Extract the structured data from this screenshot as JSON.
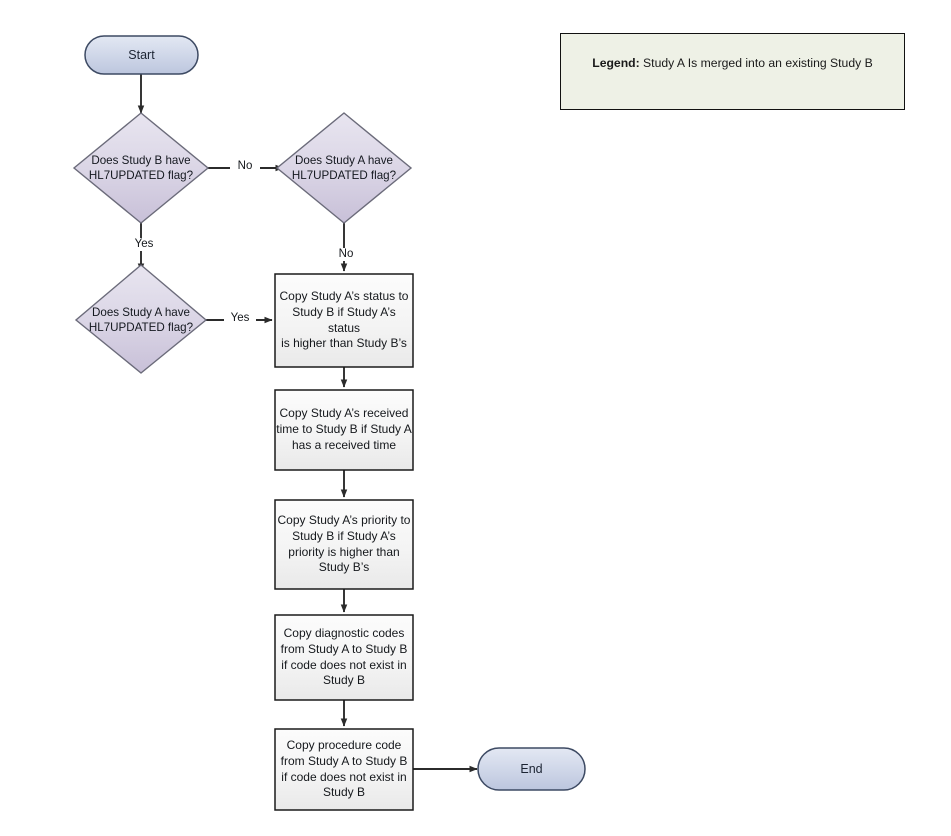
{
  "diagram": {
    "type": "flowchart",
    "title": "",
    "legend": {
      "label": "Legend:",
      "text": " Study A Is merged into an existing Study B",
      "background_color": "#eef1e6",
      "border_color": "#111111"
    },
    "colors": {
      "terminal_fill_top": "#dde3f0",
      "terminal_fill_bottom": "#bfc9e0",
      "terminal_stroke": "#3d4a63",
      "decision_fill_top": "#e4e0ec",
      "decision_fill_bottom": "#cbc3da",
      "decision_stroke": "#6b6b7a",
      "process_fill_top": "#fbfbfb",
      "process_fill_bottom": "#eeeeee",
      "process_stroke": "#1a1a1a",
      "connector_color": "#2b2b2b"
    },
    "nodes": [
      {
        "id": "start",
        "shape": "terminal",
        "label": "Start"
      },
      {
        "id": "decision1",
        "shape": "decision",
        "line1": "Does Study B have",
        "line2": "HL7UPDATED flag?"
      },
      {
        "id": "decision2",
        "shape": "decision",
        "line1": "Does Study A have",
        "line2": "HL7UPDATED flag?"
      },
      {
        "id": "decision3",
        "shape": "decision",
        "line1": "Does Study A have",
        "line2": "HL7UPDATED flag?"
      },
      {
        "id": "process1",
        "shape": "process",
        "line1": "Copy Study A’s status to",
        "line2": "Study B if Study A’s status",
        "line3": "is higher than Study B’s"
      },
      {
        "id": "process2",
        "shape": "process",
        "line1": "Copy Study A’s received",
        "line2": "time to Study B if Study A",
        "line3": "has a received time"
      },
      {
        "id": "process3",
        "shape": "process",
        "line1": "Copy Study A’s priority to",
        "line2": "Study B if Study A’s",
        "line3": "priority is higher than",
        "line4": "Study B’s"
      },
      {
        "id": "process4",
        "shape": "process",
        "line1": "Copy diagnostic codes",
        "line2": "from Study A to Study B",
        "line3": "if code does not exist in",
        "line4": "Study B"
      },
      {
        "id": "process5",
        "shape": "process",
        "line1": "Copy procedure code",
        "line2": "from Study A to Study B",
        "line3": "if code does not exist in",
        "line4": "Study B"
      },
      {
        "id": "end",
        "shape": "terminal",
        "label": "End"
      }
    ],
    "edges": [
      {
        "from": "start",
        "to": "decision1",
        "label": ""
      },
      {
        "from": "decision1",
        "to": "decision2",
        "label": "No"
      },
      {
        "from": "decision1",
        "to": "decision3",
        "label": "Yes"
      },
      {
        "from": "decision2",
        "to": "process1",
        "label": "No"
      },
      {
        "from": "decision3",
        "to": "process1",
        "label": "Yes"
      },
      {
        "from": "process1",
        "to": "process2",
        "label": ""
      },
      {
        "from": "process2",
        "to": "process3",
        "label": ""
      },
      {
        "from": "process3",
        "to": "process4",
        "label": ""
      },
      {
        "from": "process4",
        "to": "process5",
        "label": ""
      },
      {
        "from": "process5",
        "to": "end",
        "label": ""
      }
    ]
  }
}
